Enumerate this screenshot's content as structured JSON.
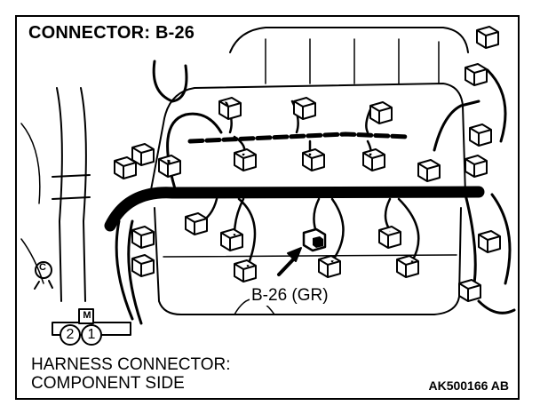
{
  "title": "CONNECTOR: B-26",
  "callout": "B-26 (GR)",
  "note": {
    "line1": "HARNESS CONNECTOR:",
    "line2": "COMPONENT SIDE"
  },
  "figure_code": "AK500166 AB",
  "small_connector": {
    "top_label": "M",
    "pins": [
      "2",
      "1"
    ]
  },
  "ground_label": "C"
}
